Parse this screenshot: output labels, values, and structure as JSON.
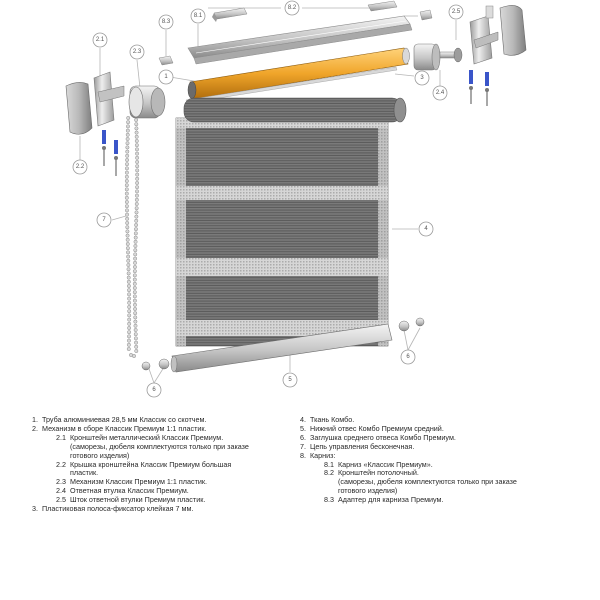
{
  "callouts": [
    "1",
    "2.1",
    "2.2",
    "2.3",
    "2.4",
    "2.5",
    "3",
    "4",
    "5",
    "6",
    "6",
    "7",
    "8.1",
    "8.2",
    "8.3"
  ],
  "legend": {
    "left": [
      {
        "num": "1.",
        "text": "Труба алюминиевая 28,5 мм Классик со скотчем.",
        "level": 0
      },
      {
        "num": "2.",
        "text": "Механизм в сборе Классик Премиум 1:1 пластик.",
        "level": 0
      },
      {
        "num": "2.1",
        "text": "Кронштейн металлический Классик Премиум.",
        "level": 1
      },
      {
        "num": "",
        "text": "(саморезы, дюбеля комплектуются только при заказе",
        "level": 2
      },
      {
        "num": "",
        "text": "готового изделия)",
        "level": 2
      },
      {
        "num": "2.2",
        "text": "Крышка кронштейна Классик Премиум большая",
        "level": 1
      },
      {
        "num": "",
        "text": "пластик.",
        "level": 2
      },
      {
        "num": "2.3",
        "text": "Механизм Классик Премиум 1:1 пластик.",
        "level": 1
      },
      {
        "num": "2.4",
        "text": "Ответная втулка Классик Премиум.",
        "level": 1
      },
      {
        "num": "2.5",
        "text": "Шток ответной втулки Премиум пластик.",
        "level": 1
      },
      {
        "num": "3.",
        "text": "Пластиковая полоса-фиксатор клейкая 7 мм.",
        "level": 0
      }
    ],
    "right": [
      {
        "num": "4.",
        "text": "Ткань Комбо.",
        "level": 0
      },
      {
        "num": "5.",
        "text": "Нижний отвес Комбо Премиум средний.",
        "level": 0
      },
      {
        "num": "6.",
        "text": "Заглушка среднего отвеса Комбо Премиум.",
        "level": 0
      },
      {
        "num": "7.",
        "text": "Цепь управления бесконечная.",
        "level": 0
      },
      {
        "num": "8.",
        "text": "Карниз:",
        "level": 0
      },
      {
        "num": "8.1",
        "text": "Карниз «Классик Премиум».",
        "level": 1
      },
      {
        "num": "8.2",
        "text": "Кронштейн потолочный.",
        "level": 1
      },
      {
        "num": "",
        "text": "(саморезы, дюбеля комплектуются только при заказе",
        "level": 2
      },
      {
        "num": "",
        "text": "готового изделия)",
        "level": 2
      },
      {
        "num": "8.3",
        "text": "Адаптер для карниза Премиум.",
        "level": 1
      }
    ]
  },
  "colors": {
    "tube": "#f0a52a",
    "fabric_dark": "#6e6e6e",
    "fabric_light": "#cfcfcf",
    "metal": "#c8c8c8",
    "screw_blue": "#3a55c9",
    "callout_stroke": "#9a9a9a",
    "text": "#2a2a2a"
  }
}
